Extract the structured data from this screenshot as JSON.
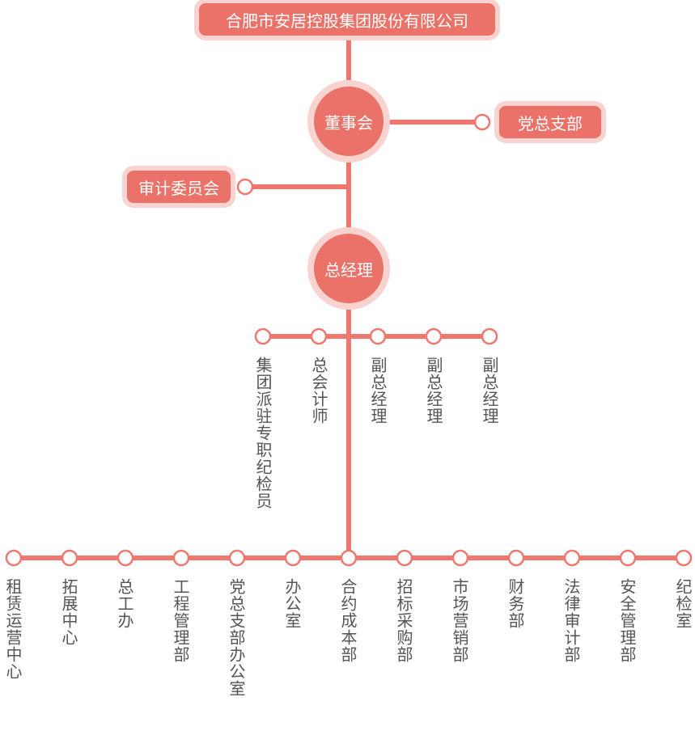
{
  "colors": {
    "line": "#f0776d",
    "node": "#ea7268",
    "halo": "#f8d3cf",
    "text_dark": "#555555",
    "text_light": "#ffffff"
  },
  "top": {
    "label": "合肥市安居控股集团股份有限公司"
  },
  "board": {
    "label": "董事会"
  },
  "party_branch": {
    "label": "党总支部"
  },
  "audit_committee": {
    "label": "审计委员会"
  },
  "general_manager": {
    "label": "总经理"
  },
  "executives": [
    {
      "label": "集团派驻专职纪检员"
    },
    {
      "label": "总会计师"
    },
    {
      "label": "副总经理"
    },
    {
      "label": "副总经理"
    },
    {
      "label": "副总经理"
    }
  ],
  "departments": [
    {
      "label": "租赁运营中心"
    },
    {
      "label": "拓展中心"
    },
    {
      "label": "总工办"
    },
    {
      "label": "工程管理部"
    },
    {
      "label": "党总支部办公室"
    },
    {
      "label": "办公室"
    },
    {
      "label": "合约成本部"
    },
    {
      "label": "招标采购部"
    },
    {
      "label": "市场营销部"
    },
    {
      "label": "财务部"
    },
    {
      "label": "法律审计部"
    },
    {
      "label": "安全管理部"
    },
    {
      "label": "纪检室"
    }
  ]
}
